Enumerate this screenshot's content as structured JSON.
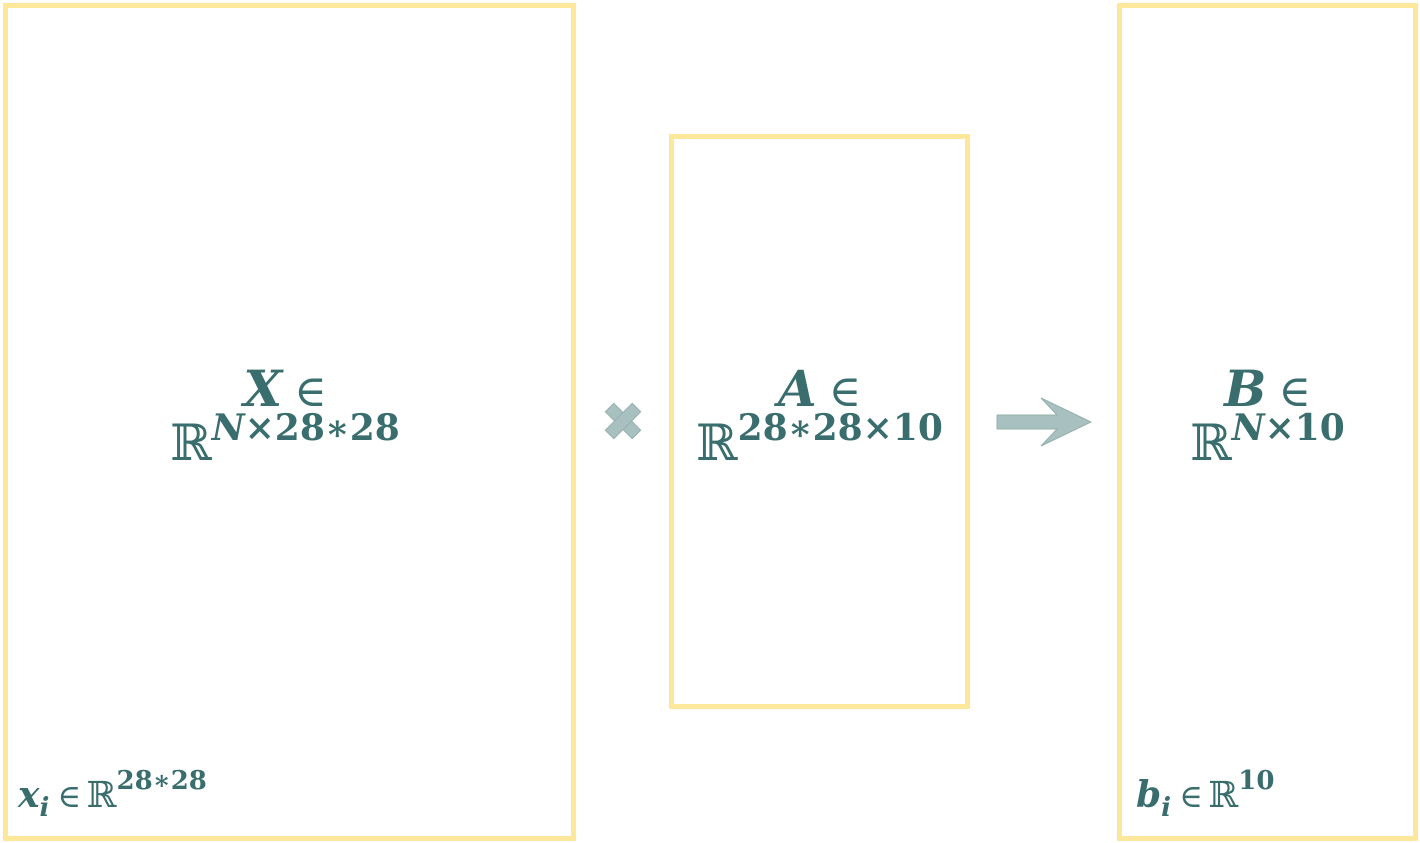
{
  "matrix_x": {
    "symbol": "X",
    "element_of": "∈",
    "reals": "ℝ",
    "dim_var": "N",
    "dim_rest": "×28∗28"
  },
  "matrix_a": {
    "symbol": "A",
    "element_of": "∈",
    "reals": "ℝ",
    "dims": "28∗28×10"
  },
  "matrix_b": {
    "symbol": "B",
    "element_of": "∈",
    "reals": "ℝ",
    "dim_var": "N",
    "dim_rest": "×10"
  },
  "row_x": {
    "symbol": "x",
    "index": "i",
    "element_of": "∈",
    "reals": "ℝ",
    "dims": "28∗28"
  },
  "row_b": {
    "symbol": "b",
    "index": "i",
    "element_of": "∈",
    "reals": "ℝ",
    "dims": "10"
  },
  "icons": {
    "multiply": "times-icon",
    "result": "arrow-right-icon"
  },
  "colors": {
    "box_border": "#fde79a",
    "text": "#3a6e6e",
    "operator": "#a8c0bf"
  }
}
